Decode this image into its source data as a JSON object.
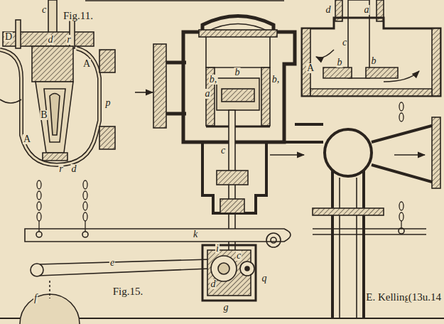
{
  "diagram": {
    "labels": [
      "c",
      "Fig.11.",
      "D",
      "d",
      "r",
      "A",
      "B",
      "p",
      "A",
      "r",
      "d",
      "a",
      "b,",
      "b",
      "b,",
      "c",
      "k",
      "i",
      "c",
      "q",
      "d",
      "g",
      "e",
      "f",
      "Fig.15.",
      "d",
      "a",
      "c",
      "b",
      "b",
      "A",
      "E. Kelling.",
      "(13u.14"
    ]
  }
}
